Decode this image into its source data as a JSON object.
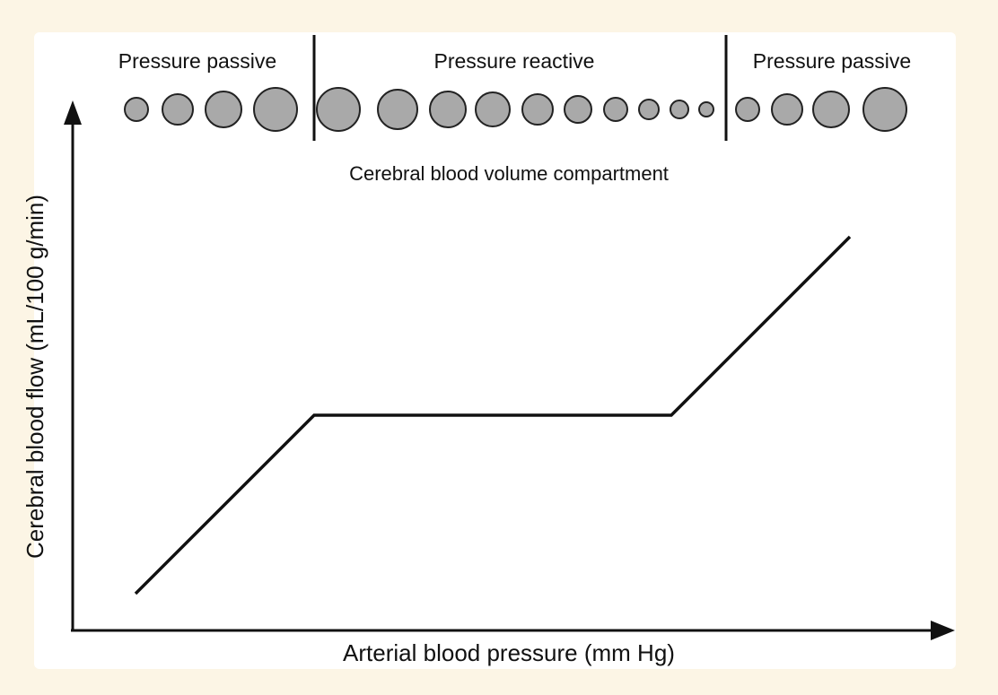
{
  "diagram": {
    "zones": [
      {
        "label": "Pressure passive"
      },
      {
        "label": "Pressure reactive"
      },
      {
        "label": "Pressure passive"
      }
    ],
    "compartment_caption": "Cerebral blood volume compartment",
    "y_axis_label": "Cerebral blood flow (mL/100 g/min)",
    "x_axis_label": "Arterial blood pressure (mm Hg)",
    "vessel_fill": "#a9a9a9",
    "page_background": "#fcf5e5",
    "panel_background": "#ffffff"
  },
  "chart_data": {
    "type": "line",
    "title": "",
    "xlabel": "Arterial blood pressure (mm Hg)",
    "ylabel": "Cerebral blood flow (mL/100 g/min)",
    "series": [
      {
        "points": [
          {
            "x": 0,
            "y": 0
          },
          {
            "x": 1,
            "y": 1
          },
          {
            "x": 3,
            "y": 1
          },
          {
            "x": 4,
            "y": 2
          }
        ]
      }
    ],
    "regions": [
      "Pressure passive",
      "Pressure reactive",
      "Pressure passive"
    ],
    "grid": false,
    "ticks": false
  }
}
